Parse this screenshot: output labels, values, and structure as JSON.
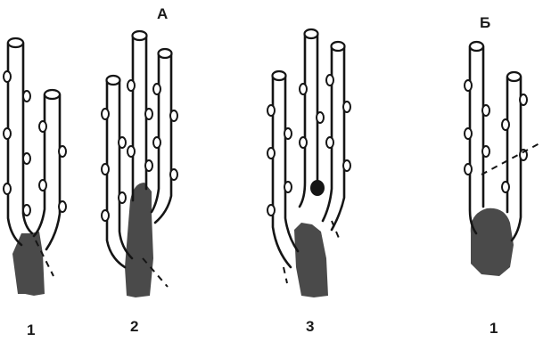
{
  "groups": {
    "a": {
      "letter": "А"
    },
    "b": {
      "letter": "Б"
    }
  },
  "figures": [
    {
      "number": "1"
    },
    {
      "number": "2"
    },
    {
      "number": "3"
    },
    {
      "number": "1"
    }
  ],
  "colors": {
    "ink": "#151515",
    "paper": "#ffffff"
  }
}
